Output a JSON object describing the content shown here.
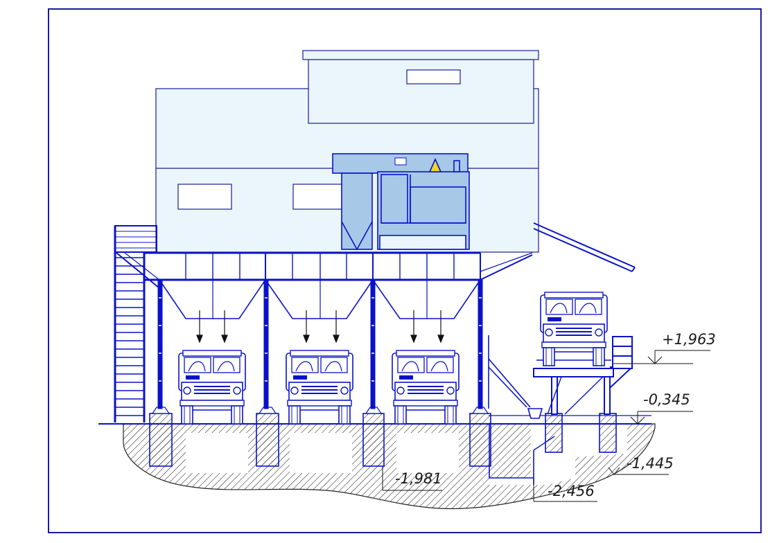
{
  "colors": {
    "line": "#0a12c8",
    "building_fill": "#eaf6fb",
    "equipment_fill": "#a8c8e8",
    "hatch": "#222222",
    "frame": "#1a1a9a"
  },
  "levels": {
    "upper_platform": "+1,963",
    "ground": "-0,345",
    "foundation": "-1,445",
    "bin_foundation": "-1,981",
    "pit_bottom": "-2,456"
  },
  "trucks": [
    {
      "id": "truck-1"
    },
    {
      "id": "truck-2"
    },
    {
      "id": "truck-3"
    },
    {
      "id": "truck-4"
    }
  ]
}
